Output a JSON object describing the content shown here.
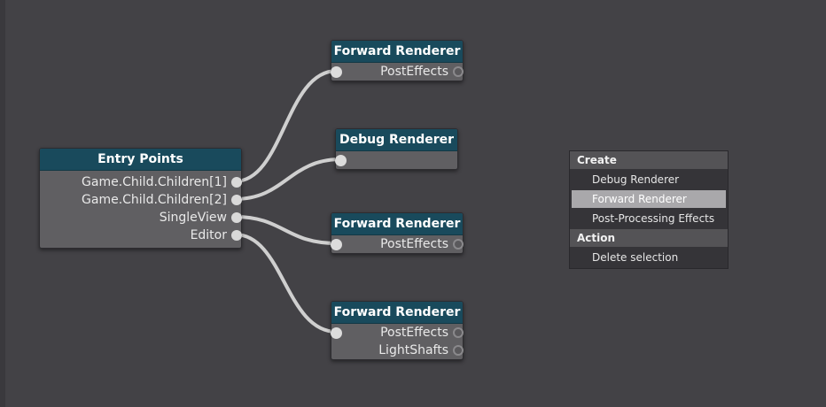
{
  "graph": {
    "entry_points": {
      "title": "Entry Points",
      "outputs": [
        "Game.Child.Children[1]",
        "Game.Child.Children[2]",
        "SingleView",
        "Editor"
      ]
    },
    "renderer_nodes": [
      {
        "title": "Forward Renderer",
        "outputs": [
          "PostEffects"
        ]
      },
      {
        "title": "Debug Renderer",
        "outputs": []
      },
      {
        "title": "Forward Renderer",
        "outputs": [
          "PostEffects"
        ]
      },
      {
        "title": "Forward Renderer",
        "outputs": [
          "PostEffects",
          "LightShafts"
        ]
      }
    ]
  },
  "context_menu": {
    "sections": [
      {
        "header": "Create",
        "items": [
          "Debug Renderer",
          "Forward Renderer",
          "Post-Processing Effects"
        ]
      },
      {
        "header": "Action",
        "items": [
          "Delete selection"
        ]
      }
    ],
    "highlighted_item": "Forward Renderer"
  },
  "colors": {
    "canvas": "#434246",
    "node_body": "#605f62",
    "node_header": "#194a5c",
    "link": "#cfcfcf",
    "menu_highlight": "#a9a8ab"
  }
}
